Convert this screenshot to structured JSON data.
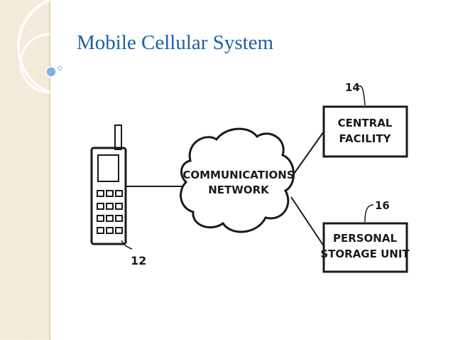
{
  "slide": {
    "title": "Mobile Cellular System"
  },
  "diagram": {
    "phone": {
      "ref": "12"
    },
    "network": {
      "line1": "COMMUNICATIONS",
      "line2": "NETWORK"
    },
    "central_facility": {
      "ref": "14",
      "line1": "CENTRAL",
      "line2": "FACILITY"
    },
    "personal_storage": {
      "ref": "16",
      "line1": "PERSONAL",
      "line2": "STORAGE UNIT"
    }
  },
  "colors": {
    "title": "#1f5fa8",
    "strip": "#f0e6cf",
    "ink": "#1a1a1a"
  }
}
